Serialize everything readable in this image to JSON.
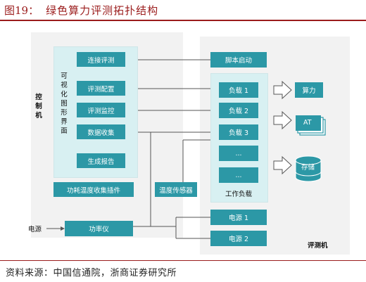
{
  "header": {
    "figure_label": "图19：",
    "title": "绿色算力评测拓扑结构"
  },
  "control_machine": {
    "label": "控制机",
    "gui_label": "可视化图形界面",
    "items": [
      "连接评测",
      "评测配置",
      "评测监控",
      "数据收集",
      "生成报告"
    ],
    "plugin": "功耗温度收集插件"
  },
  "sensor": "温度传感器",
  "power_source": "电源",
  "power_meter": "功率仪",
  "test_machine": {
    "label": "评测机",
    "script": "脚本启动",
    "loads": [
      "负载 1",
      "负载 2",
      "负载 3",
      "...",
      "..."
    ],
    "workload_label": "工作负载",
    "power_supplies": [
      "电源 1",
      "电源 2"
    ]
  },
  "outputs": {
    "compute": "算力",
    "ai": "AT",
    "storage": "存储"
  },
  "footer": {
    "source": "资料来源：中国信通院，浙商证券研究所"
  }
}
